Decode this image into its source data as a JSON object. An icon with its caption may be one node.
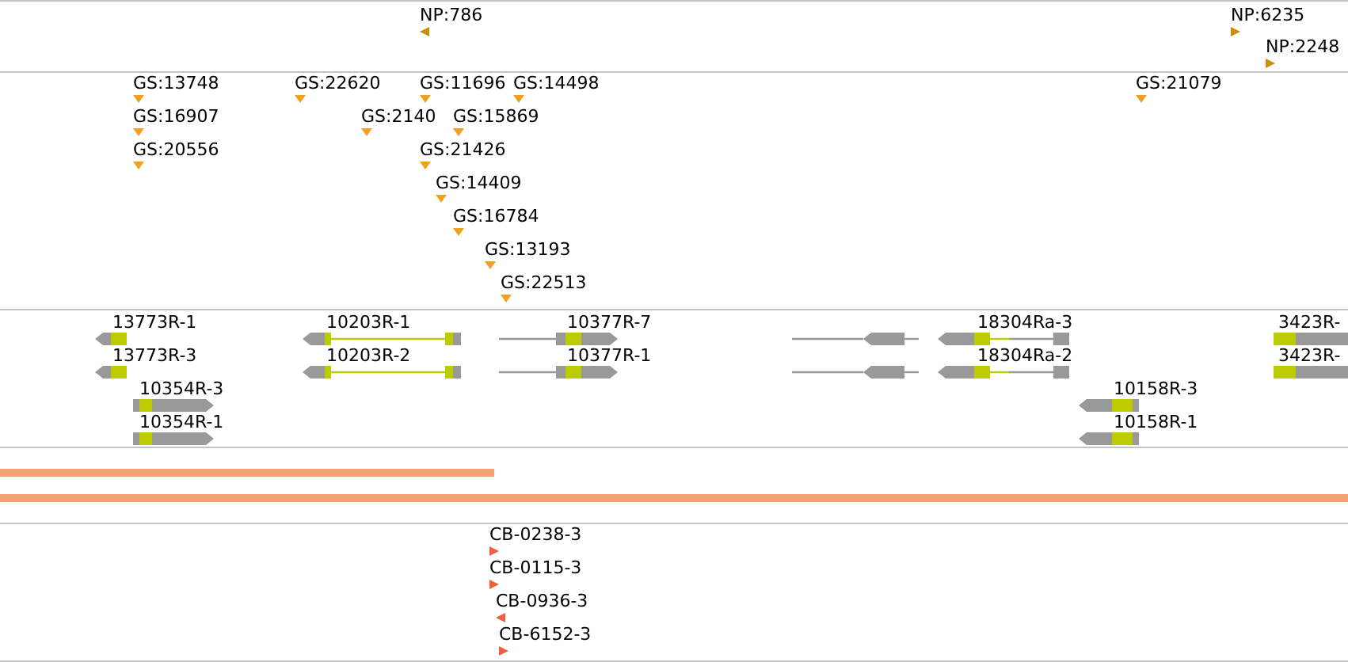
{
  "diagram": {
    "labels": [
      "NP:786",
      "NP:6235",
      "NP:2248",
      "GS:13748",
      "GS:22620",
      "GS:11696",
      "GS:14498",
      "GS:21079",
      "GS:16907",
      "GS:2140",
      "GS:15869",
      "GS:20556",
      "GS:21426",
      "GS:14409",
      "GS:16784",
      "GS:13193",
      "GS:22513",
      "13773R-1",
      "10203R-1",
      "10377R-7",
      "18304Ra-3",
      "3423R-",
      "13773R-3",
      "10203R-2",
      "10377R-1",
      "18304Ra-2",
      "3423R-",
      "10354R-3",
      "10158R-3",
      "10354R-1",
      "10158R-1",
      "CB-0238-3",
      "CB-0115-3",
      "CB-0936-3",
      "CB-6152-3"
    ]
  }
}
